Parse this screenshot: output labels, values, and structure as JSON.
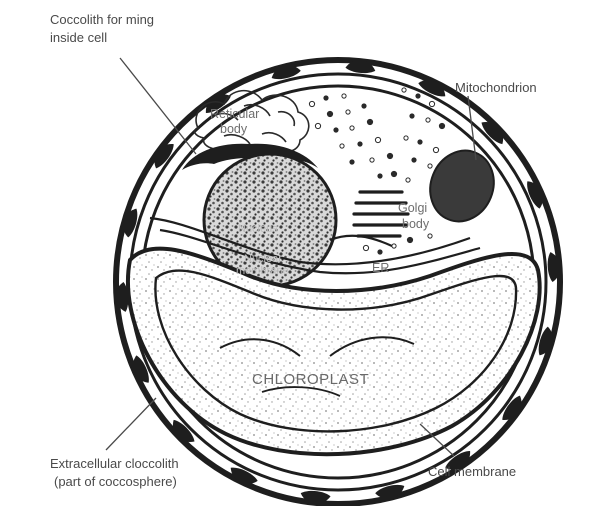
{
  "labels": {
    "coccolith_inside_1": "Coccolith for ming",
    "coccolith_inside_2": "inside cell",
    "mitochondrion": "Mitochondrion",
    "reticular_1": "Reticular",
    "reticular_2": "body",
    "golgi_1": "Golgi",
    "golgi_2": "body",
    "er": "ER",
    "chloroplast": "CHLOROPLAST",
    "extracellular_1": "Extracellular cloccolith",
    "extracellular_2": "(part of coccosphere)",
    "cell_membrane": "Cell membrane",
    "nucleus_1": "Nucleus",
    "nucleus_2": "Nuclear",
    "nucleus_3": "membrane"
  },
  "colors": {
    "ink": "#1e1e1e",
    "label": "#4a4a4a",
    "mitochondrion_fill": "#3a3a3a",
    "nucleus_fill": "#8a8a8a"
  }
}
